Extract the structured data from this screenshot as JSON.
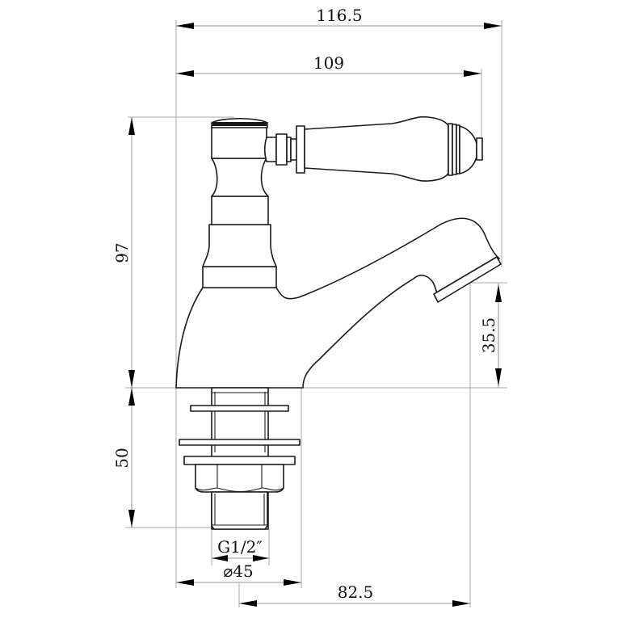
{
  "drawing": {
    "subject": "basin tap technical drawing (side elevation)",
    "units": "mm",
    "line_color": "#1a1a1a",
    "dimension_line_color": "#9a9a9a",
    "background": "#ffffff"
  },
  "dimensions": {
    "overall_width": {
      "label": "116.5",
      "orientation": "horizontal",
      "position": "top"
    },
    "handle_reach": {
      "label": "109",
      "orientation": "horizontal",
      "position": "top-inner"
    },
    "overall_height": {
      "label": "97",
      "orientation": "vertical",
      "position": "left-upper"
    },
    "shank_length": {
      "label": "50",
      "orientation": "vertical",
      "position": "left-lower"
    },
    "spout_height": {
      "label": "35.5",
      "orientation": "vertical",
      "position": "right"
    },
    "thread_size": {
      "label": "G1/2″",
      "orientation": "horizontal",
      "position": "bottom-inner"
    },
    "base_diameter": {
      "label": "⌀45",
      "orientation": "horizontal",
      "position": "bottom"
    },
    "spout_projection": {
      "label": "82.5",
      "orientation": "horizontal",
      "position": "bottom-right"
    }
  },
  "parts": [
    {
      "name": "lever-handle",
      "description": "ceramic lever handle with ribbed end cap"
    },
    {
      "name": "head-cap",
      "description": "indexed top cap"
    },
    {
      "name": "headwork-body",
      "description": "waisted headwork column"
    },
    {
      "name": "shroud",
      "description": "stepped shroud collar"
    },
    {
      "name": "tap-body",
      "description": "flared base body"
    },
    {
      "name": "spout",
      "description": "curved spout with angled outlet"
    },
    {
      "name": "shank",
      "description": "threaded shank"
    },
    {
      "name": "washers",
      "description": "two flat washers"
    },
    {
      "name": "backnut",
      "description": "flanged hexagonal back nut"
    },
    {
      "name": "thread-end",
      "description": "G1/2 thread tail"
    }
  ]
}
